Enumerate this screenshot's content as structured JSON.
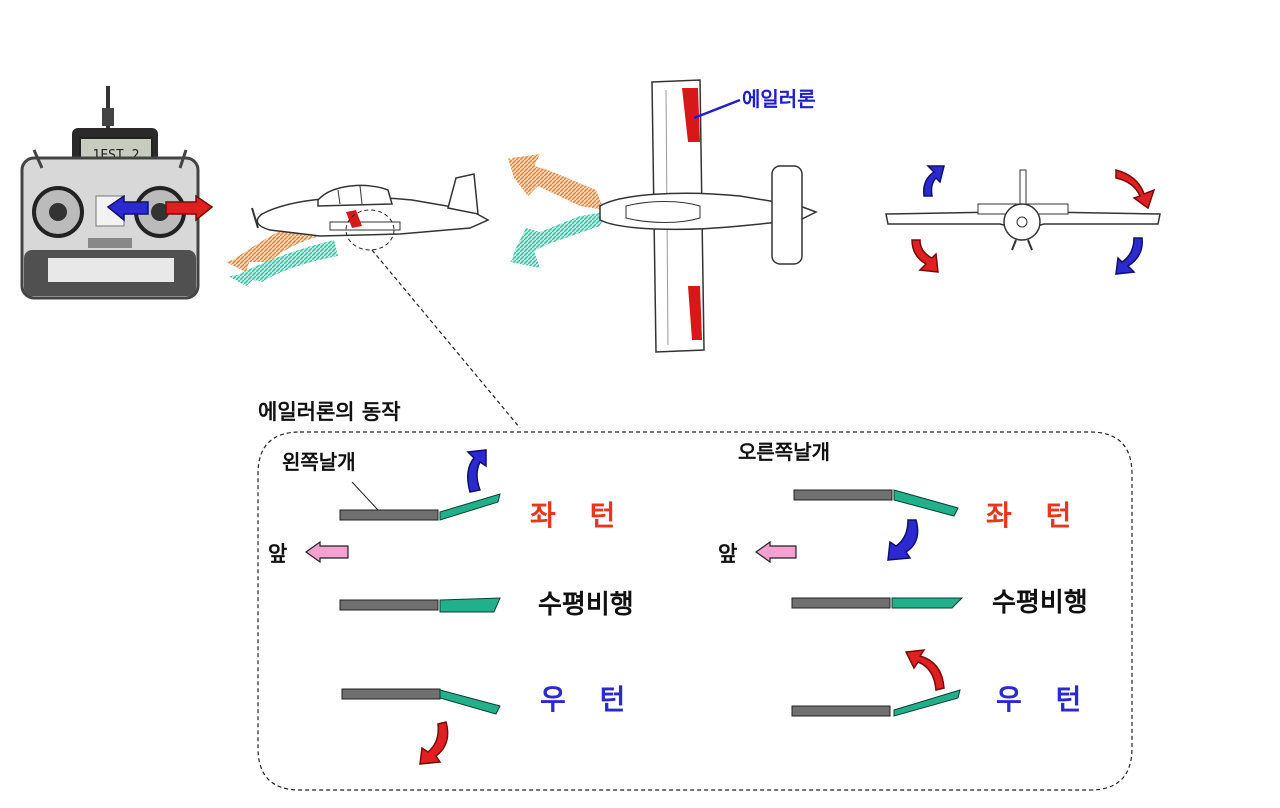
{
  "labels": {
    "aileron_callout": "에일러론",
    "section_title": "에일러론의 동작",
    "left_wing": "왼쪽날개",
    "right_wing": "오른쪽날개",
    "front": "앞",
    "left_turn": "좌 턴",
    "level_flight": "수평비행",
    "right_turn": "우 턴"
  },
  "transmitter": {
    "screen_text": "1EST 2"
  },
  "colors": {
    "aileron_red": "#d81818",
    "arrow_blue": "#2a2ad0",
    "arrow_red": "#e02020",
    "airflow_orange": "#e8a868",
    "airflow_teal": "#5ccfb8",
    "wing_gray": "#707070",
    "aileron_green": "#22b08a",
    "front_arrow_pink": "#f4a0d0"
  }
}
